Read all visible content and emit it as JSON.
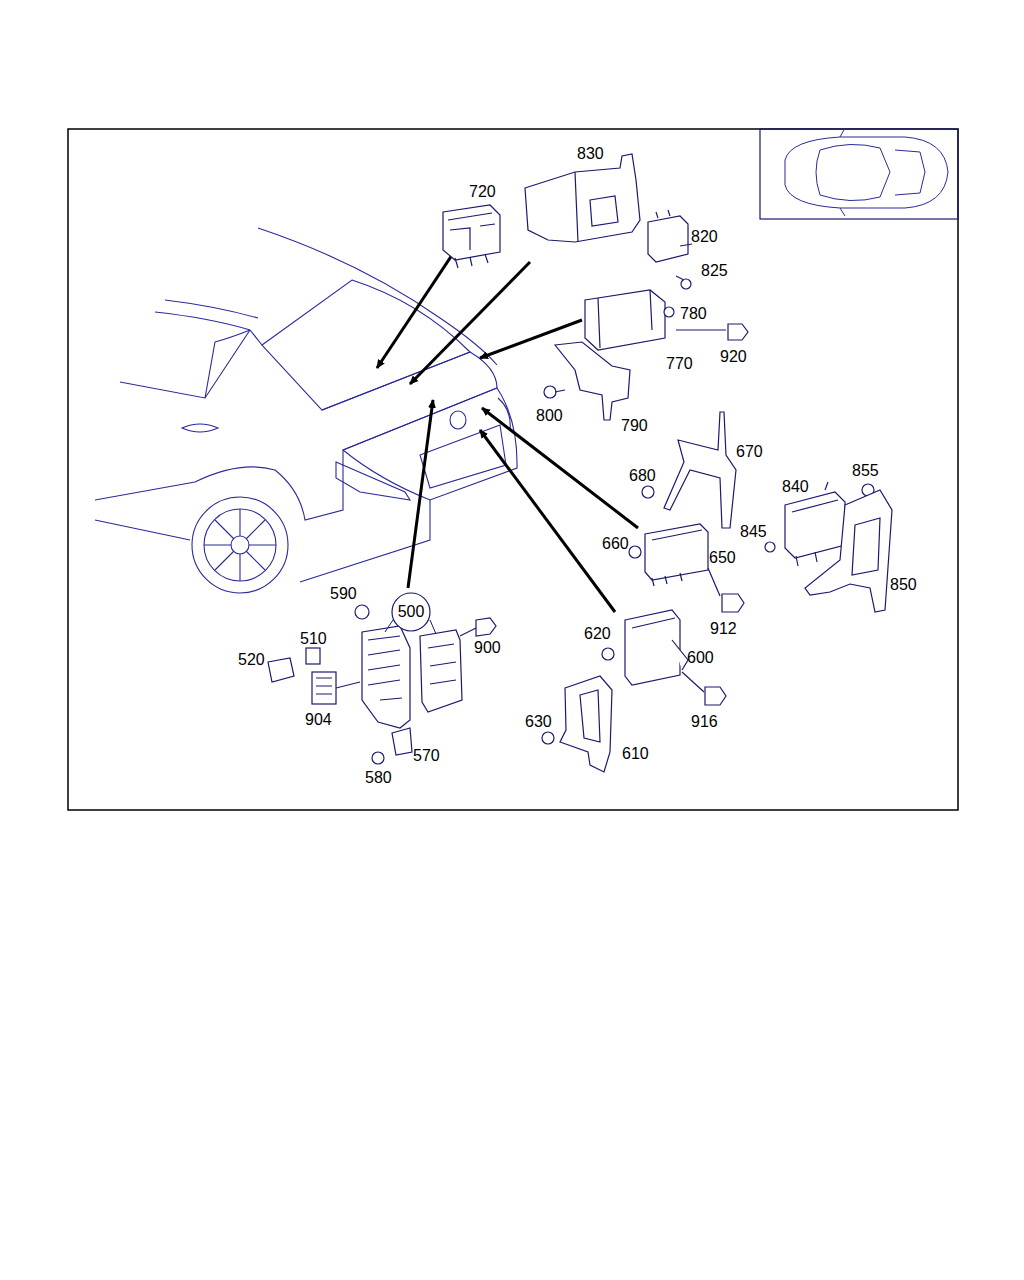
{
  "diagram": {
    "nodes": [
      {
        "text": [
          "500"
        ]
      }
    ],
    "labels": [
      "830",
      "720",
      "820",
      "825",
      "780",
      "920",
      "770",
      "800",
      "790",
      "670",
      "680",
      "855",
      "840",
      "845",
      "660",
      "650",
      "850",
      "912",
      "620",
      "600",
      "916",
      "630",
      "610",
      "590",
      "510",
      "520",
      "900",
      "904",
      "570",
      "580"
    ]
  }
}
